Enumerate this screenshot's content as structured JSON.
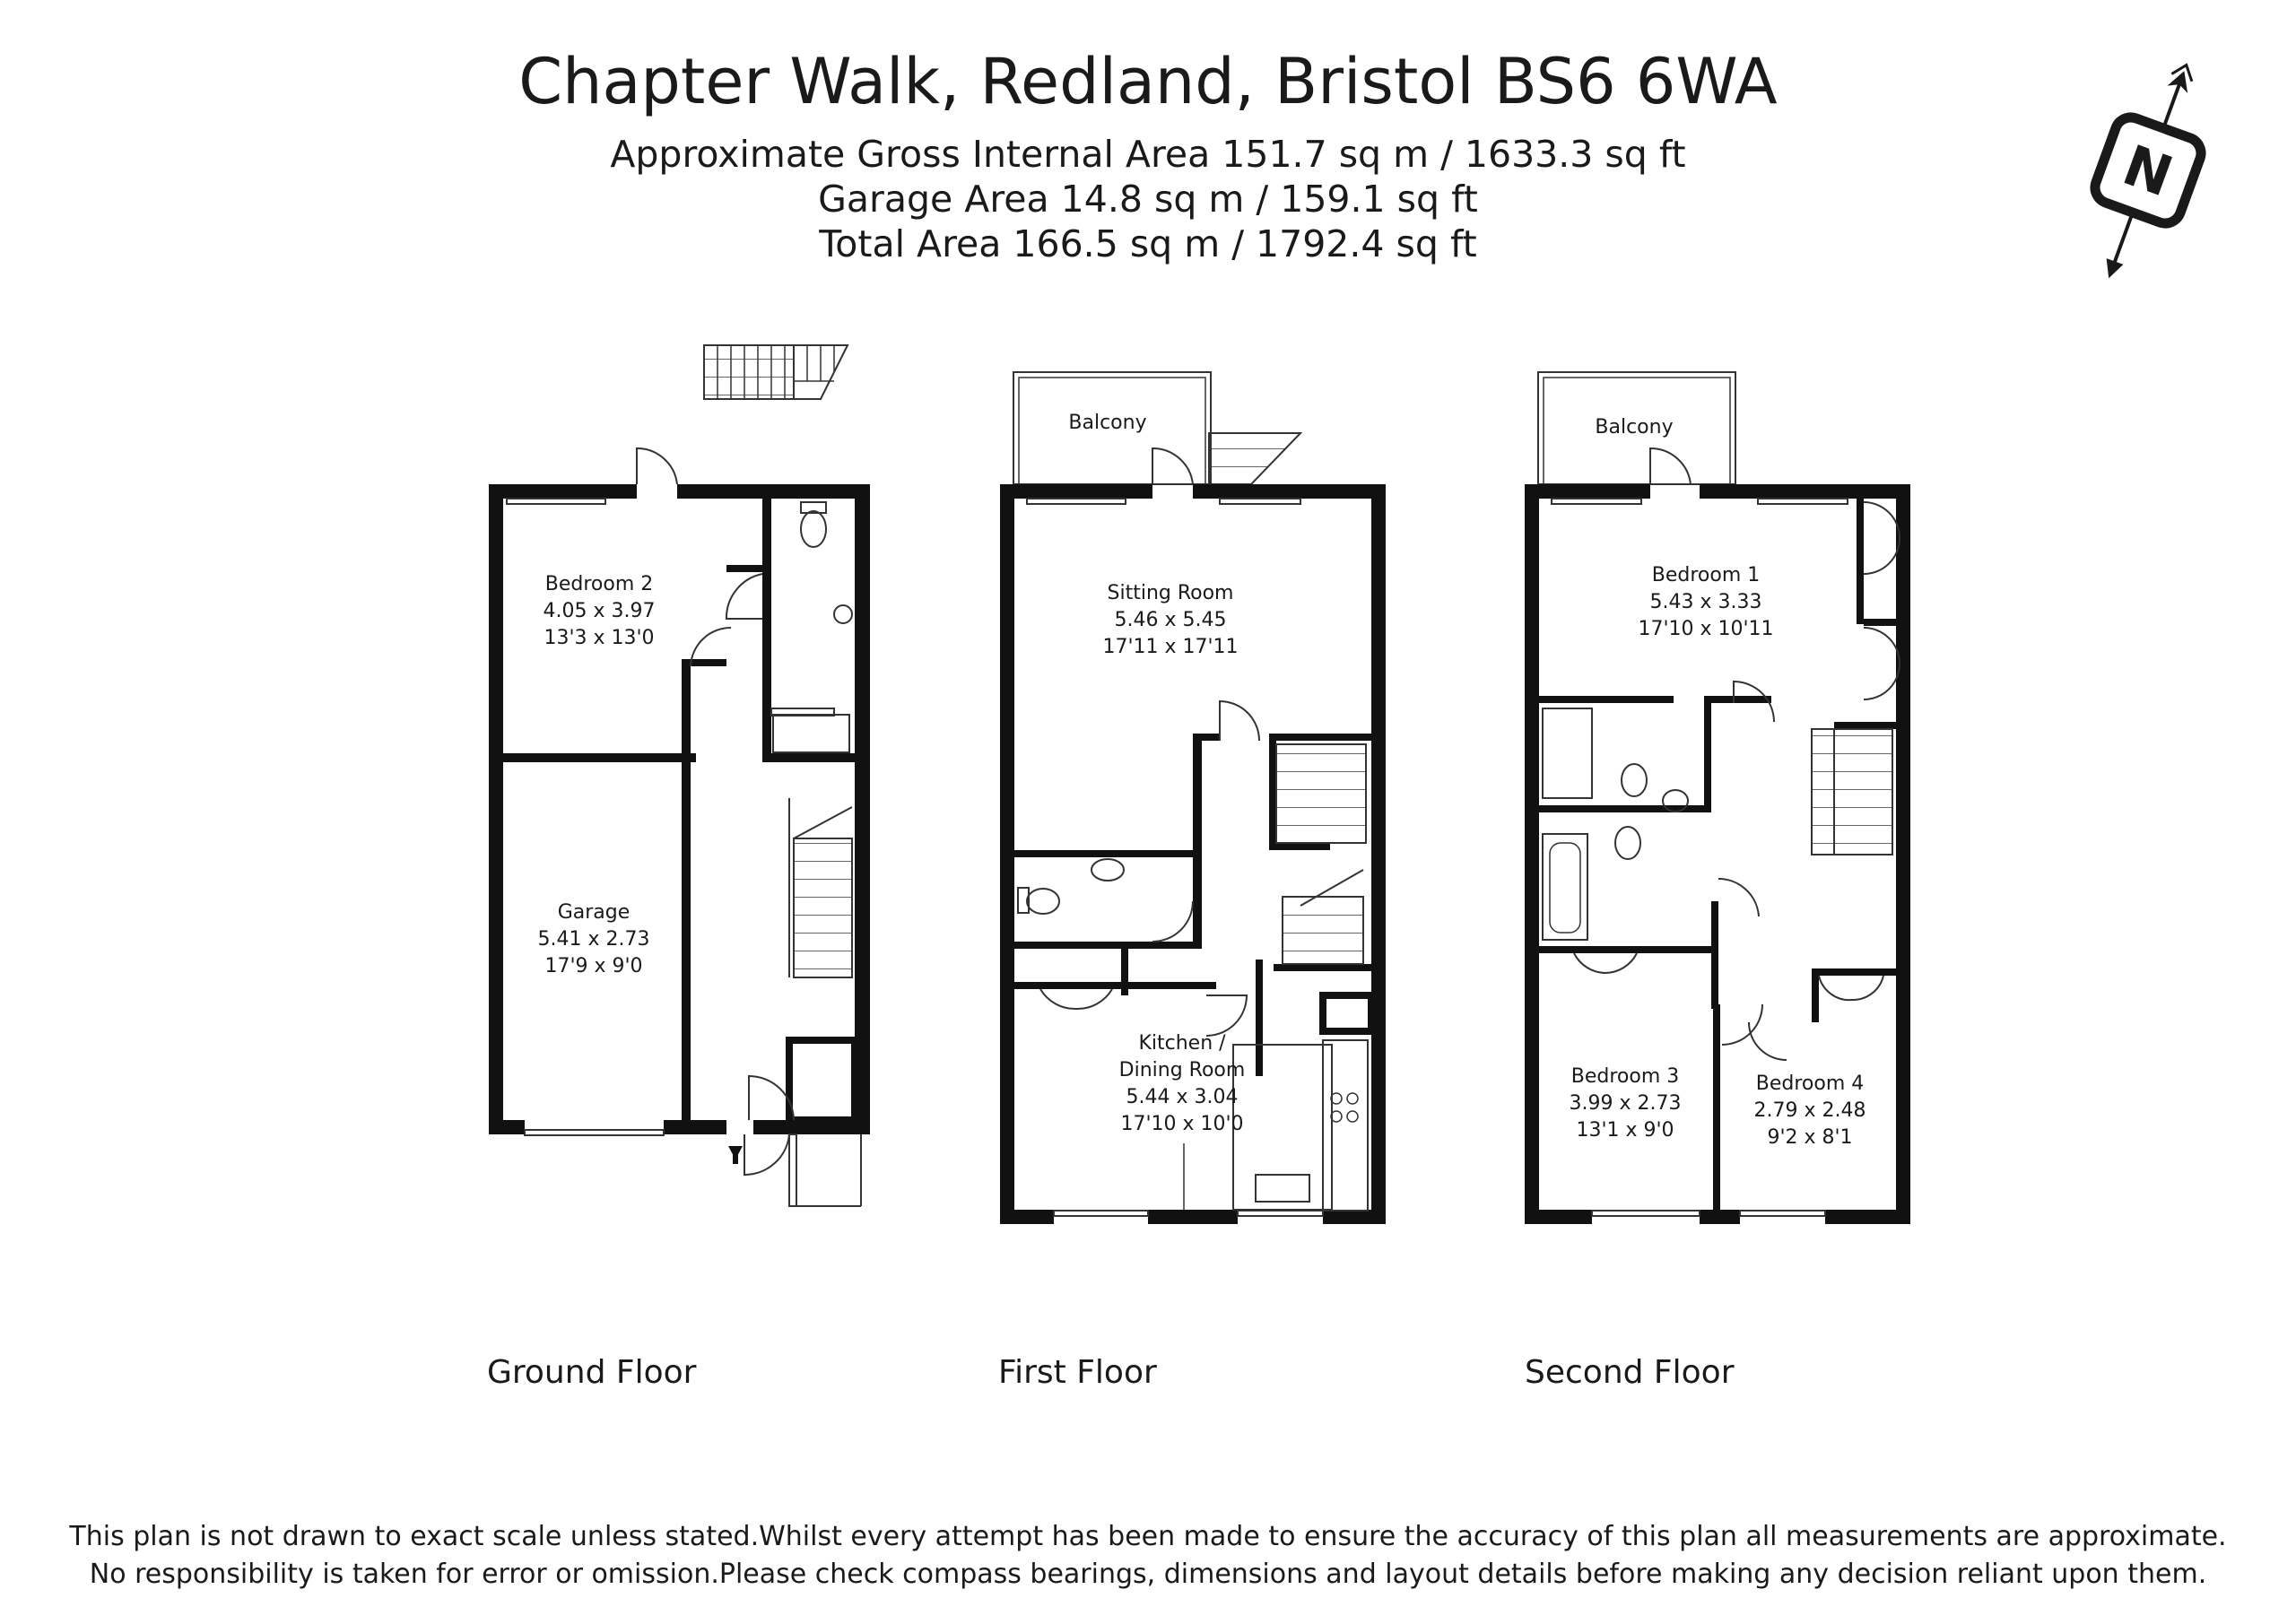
{
  "header": {
    "title": "Chapter Walk, Redland, Bristol BS6 6WA",
    "area_line_1": "Approximate Gross Internal Area 151.7 sq m / 1633.3 sq ft",
    "area_line_2": "Garage Area 14.8 sq m / 159.1 sq ft",
    "area_line_3": "Total Area 166.5 sq m / 1792.4 sq ft"
  },
  "compass": {
    "icon": "north-compass-icon",
    "letter": "N"
  },
  "floors": {
    "ground": {
      "label": "Ground Floor",
      "rooms": [
        {
          "name": "Bedroom 2",
          "metric": "4.05 x 3.97",
          "imperial": "13'3 x 13'0"
        },
        {
          "name": "Garage",
          "metric": "5.41 x 2.73",
          "imperial": "17'9 x 9'0"
        }
      ]
    },
    "first": {
      "label": "First Floor",
      "balcony": "Balcony",
      "rooms": [
        {
          "name": "Sitting Room",
          "metric": "5.46 x 5.45",
          "imperial": "17'11 x 17'11"
        },
        {
          "name": "Kitchen /",
          "name2": "Dining Room",
          "metric": "5.44 x 3.04",
          "imperial": "17'10 x 10'0"
        }
      ]
    },
    "second": {
      "label": "Second Floor",
      "balcony": "Balcony",
      "rooms": [
        {
          "name": "Bedroom 1",
          "metric": "5.43 x 3.33",
          "imperial": "17'10 x 10'11"
        },
        {
          "name": "Bedroom 3",
          "metric": "3.99 x 2.73",
          "imperial": "13'1 x 9'0"
        },
        {
          "name": "Bedroom 4",
          "metric": "2.79 x 2.48",
          "imperial": "9'2 x 8'1"
        }
      ]
    }
  },
  "disclaimer": {
    "line_1": "This plan is not drawn to exact scale unless stated.Whilst every attempt has been made to ensure the accuracy of this plan all measurements are approximate.",
    "line_2": "No responsibility is taken for error or omission.Please check compass bearings, dimensions and layout details before making any decision reliant upon them."
  }
}
